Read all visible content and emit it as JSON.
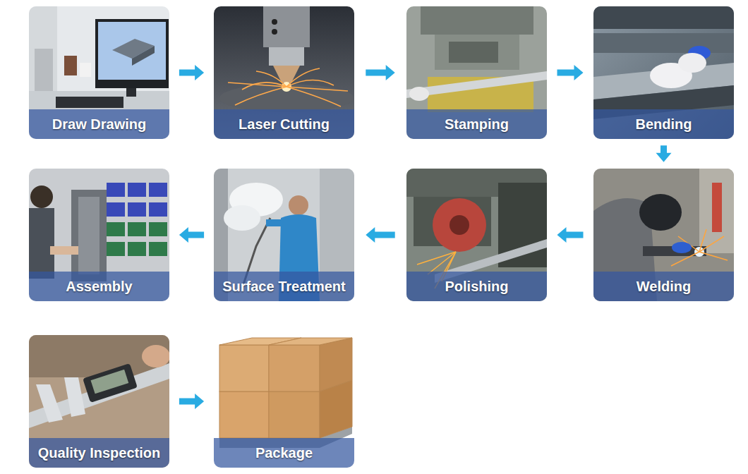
{
  "diagram": {
    "nodes": [
      {
        "text": [
          "Draw Drawing"
        ]
      },
      {
        "text": [
          "Laser Cutting"
        ]
      },
      {
        "text": [
          "Stamping"
        ]
      },
      {
        "text": [
          "Bending"
        ]
      },
      {
        "text": [
          "Assembly"
        ]
      },
      {
        "text": [
          "Surface Treatment"
        ]
      },
      {
        "text": [
          "Polishing"
        ]
      },
      {
        "text": [
          "Welding"
        ]
      },
      {
        "text": [
          "Quality Inspection"
        ]
      },
      {
        "text": [
          "Package"
        ]
      }
    ],
    "edges": [
      {
        "from": 0,
        "to": 1,
        "arrow": "to"
      },
      {
        "from": 1,
        "to": 2,
        "arrow": "to"
      },
      {
        "from": 2,
        "to": 3,
        "arrow": "to"
      },
      {
        "from": 3,
        "to": 7,
        "arrow": "to"
      },
      {
        "from": 7,
        "to": 6,
        "arrow": "to"
      },
      {
        "from": 6,
        "to": 5,
        "arrow": "to"
      },
      {
        "from": 5,
        "to": 4,
        "arrow": "to"
      },
      {
        "from": 8,
        "to": 9,
        "arrow": "to"
      }
    ]
  }
}
